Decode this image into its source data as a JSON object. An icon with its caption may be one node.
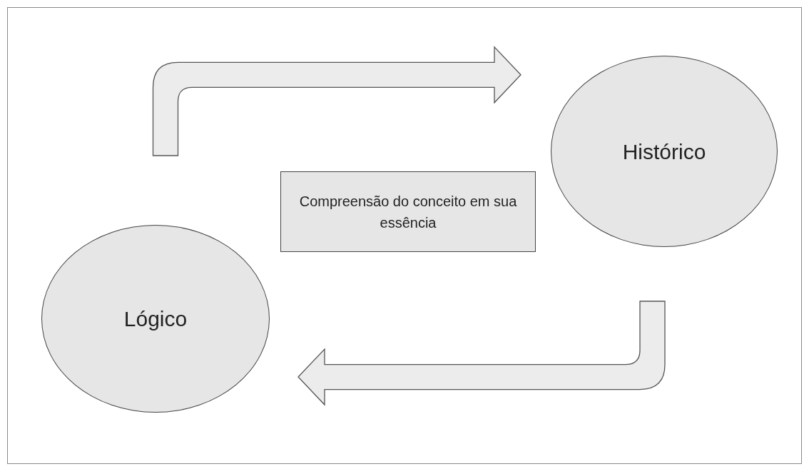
{
  "diagram": {
    "nodes": [
      {
        "text": [
          "Histórico"
        ]
      },
      {
        "text": [
          "Compreensão do conceito em sua essência"
        ]
      },
      {
        "text": [
          "Lógico"
        ]
      }
    ],
    "edges": [
      {
        "from": 2,
        "to": 0,
        "arrow": "to"
      },
      {
        "from": 0,
        "to": 2,
        "arrow": "to"
      }
    ]
  }
}
